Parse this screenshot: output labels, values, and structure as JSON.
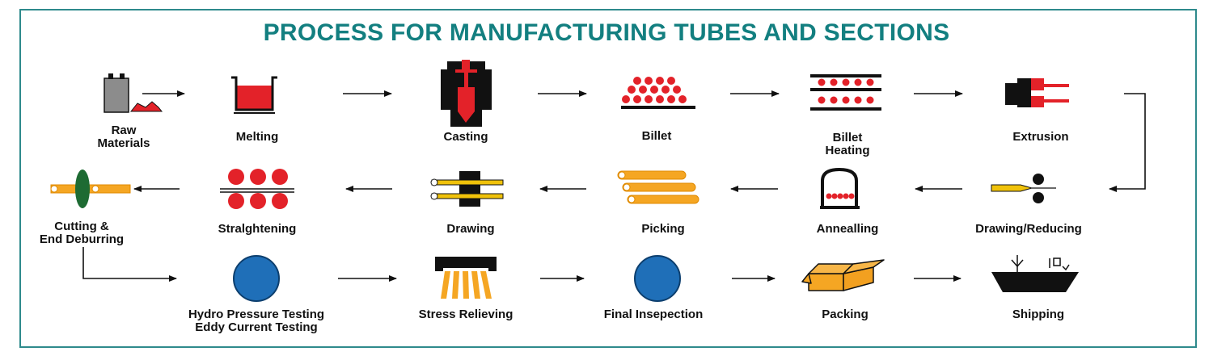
{
  "title": "PROCESS FOR MANUFACTURING TUBES AND SECTIONS",
  "colors": {
    "title": "#137f80",
    "red": "#e32229",
    "orange": "#f5a623",
    "blue": "#1f6fb8",
    "green": "#1e6b33",
    "frame": "#2e8a8c"
  },
  "steps": [
    {
      "id": "raw-materials",
      "label_1": "Raw",
      "label_2": "Materials",
      "icon": "raw-materials-icon"
    },
    {
      "id": "melting",
      "label_1": "Melting",
      "icon": "melting-pot-icon"
    },
    {
      "id": "casting",
      "label_1": "Casting",
      "icon": "casting-mold-icon"
    },
    {
      "id": "billet",
      "label_1": "Billet",
      "icon": "billet-stack-icon"
    },
    {
      "id": "billet-heating",
      "label_1": "Billet",
      "label_2": "Heating",
      "icon": "billet-heating-icon"
    },
    {
      "id": "extrusion",
      "label_1": "Extrusion",
      "icon": "extrusion-press-icon"
    },
    {
      "id": "drawing-reducing",
      "label_1": "Drawing/Reducing",
      "icon": "drawing-reducing-icon"
    },
    {
      "id": "annealling",
      "label_1": "Annealling",
      "icon": "annealing-furnace-icon"
    },
    {
      "id": "picking",
      "label_1": "Picking",
      "icon": "tubes-icon"
    },
    {
      "id": "drawing",
      "label_1": "Drawing",
      "icon": "drawing-die-icon"
    },
    {
      "id": "straightening",
      "label_1": "Stralghtening",
      "icon": "straightening-rollers-icon"
    },
    {
      "id": "cutting",
      "label_1": "Cutting &",
      "label_2": "End Deburring",
      "icon": "cutting-disc-icon"
    },
    {
      "id": "testing",
      "label_1": "Hydro Pressure Testing",
      "label_2": "Eddy Current Testing",
      "icon": "blue-circle-icon"
    },
    {
      "id": "stress-relieving",
      "label_1": "Stress Relieving",
      "icon": "stress-relieving-icon"
    },
    {
      "id": "final-inspection",
      "label_1": "Final Insepection",
      "icon": "blue-circle-icon"
    },
    {
      "id": "packing",
      "label_1": "Packing",
      "icon": "box-icon"
    },
    {
      "id": "shipping",
      "label_1": "Shipping",
      "icon": "ship-icon"
    }
  ]
}
